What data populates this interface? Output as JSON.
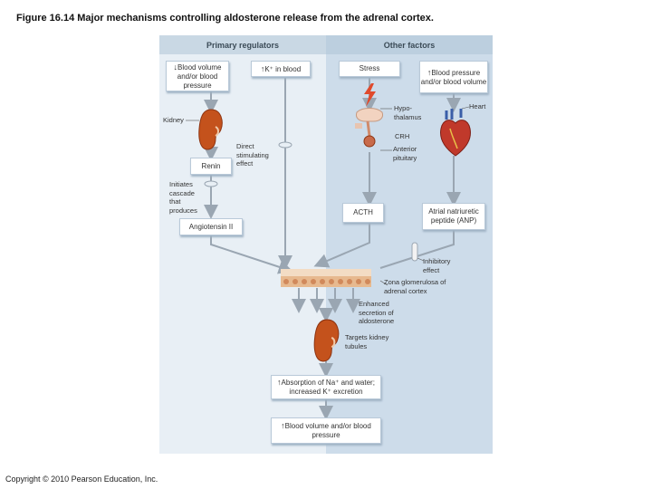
{
  "figure_title": "Figure 16.14 Major mechanisms controlling aldosterone release from the adrenal cortex.",
  "copyright": "Copyright © 2010 Pearson Education, Inc.",
  "headers": {
    "left": "Primary regulators",
    "right": "Other factors"
  },
  "boxes": {
    "blood_volume_down": "Blood volume and/or blood pressure",
    "k_in_blood": "K⁺ in blood",
    "stress": "Stress",
    "bp_up": "Blood pressure and/or blood volume",
    "renin": "Renin",
    "angiotensin": "Angiotensin II",
    "acth": "ACTH",
    "anp": "Atrial natriuretic peptide (ANP)",
    "absorption": "Absorption of Na⁺ and water; increased K⁺ excretion",
    "blood_volume_up": "Blood volume and/or blood pressure"
  },
  "labels": {
    "kidney": "Kidney",
    "hypothalamus": "Hypo- thalamus",
    "heart": "Heart",
    "crh": "CRH",
    "anterior_pituitary": "Anterior pituitary",
    "direct_effect": "Direct stimulating effect",
    "initiates_cascade": "Initiates cascade that produces",
    "inhibitory_effect": "Inhibitory effect",
    "zona": "Zona glomerulosa of adrenal cortex",
    "enhanced": "Enhanced secretion of aldosterone",
    "targets": "Targets kidney tubules"
  },
  "colors": {
    "panel_left": "#e8eff5",
    "panel_right": "#cddcea",
    "arrow": "#9aa6b2",
    "kidney": "#c4521c",
    "heart": "#c0392b"
  },
  "icons": [
    "kidney-icon",
    "brain-icon",
    "heart-icon",
    "lightning-icon",
    "adrenal-tissue-icon"
  ]
}
